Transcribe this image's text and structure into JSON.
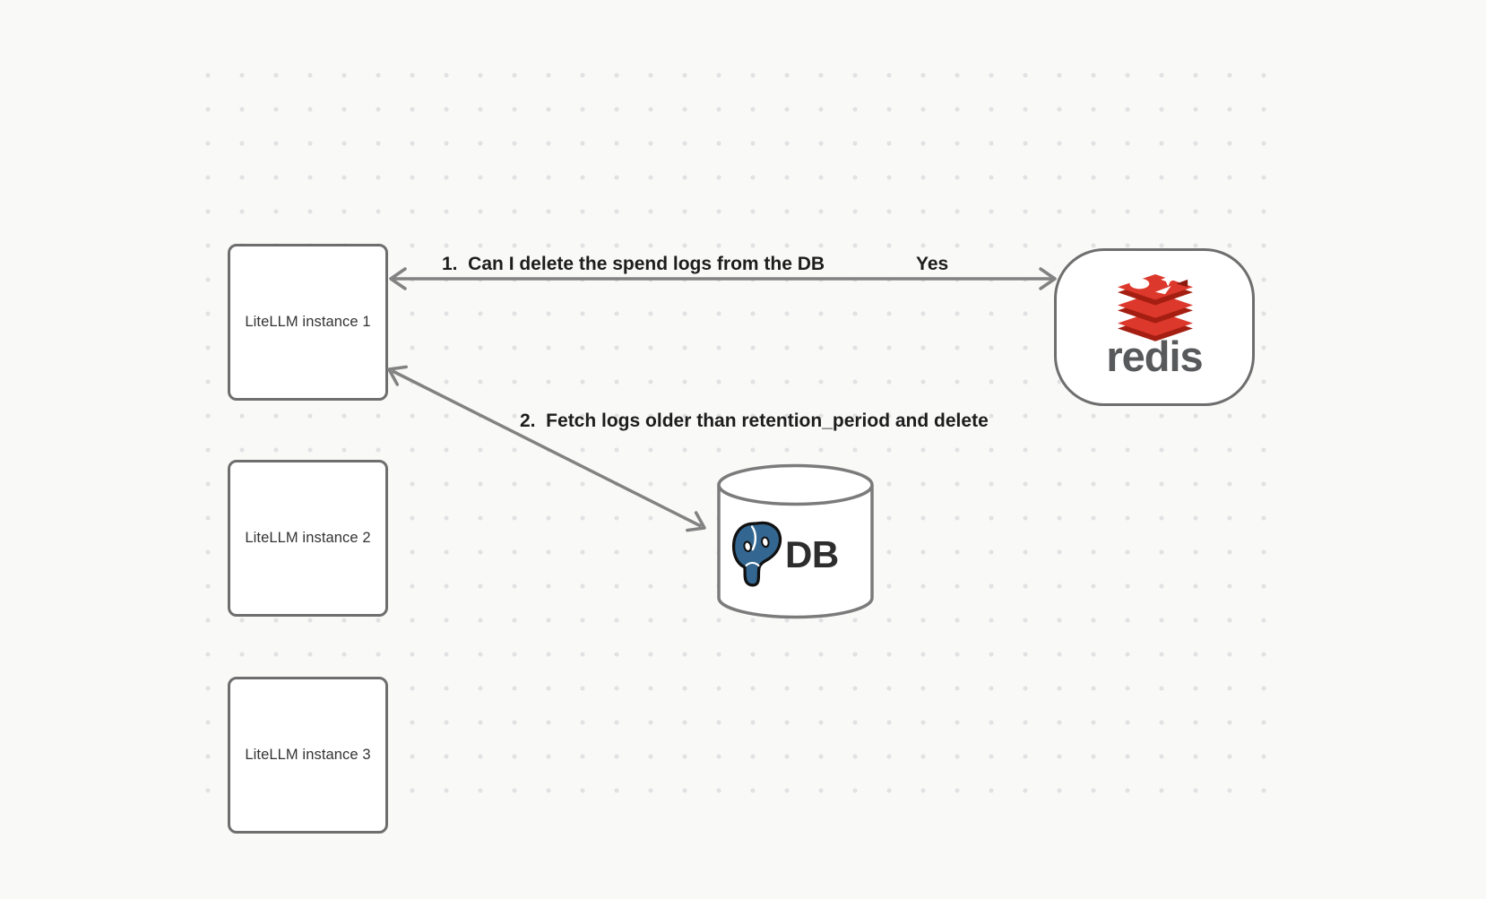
{
  "canvas": {
    "background_color": "#f9f9f8",
    "dot_color": "#e2e2e4"
  },
  "nodes": {
    "instances": [
      {
        "label": "LiteLLM instance 1"
      },
      {
        "label": "LiteLLM instance 2"
      },
      {
        "label": "LiteLLM instance 3"
      }
    ],
    "redis": {
      "wordmark": "redis",
      "icon": "redis-stack-logo",
      "logo_red": "#dc382c",
      "logo_dark_red": "#a41e11",
      "wordmark_color": "#58595b"
    },
    "db": {
      "label": "DB",
      "icon": "postgresql-elephant-logo",
      "postgres_blue": "#336791"
    }
  },
  "edges": [
    {
      "label": "1.  Can I delete the spend logs from the DB",
      "response": "Yes",
      "from": "LiteLLM instance 1",
      "to": "redis"
    },
    {
      "label": "2.  Fetch logs older than retention_period and delete",
      "from": "LiteLLM instance 1",
      "to": "DB"
    }
  ],
  "style": {
    "node_border_color": "#6e6e6e",
    "arrow_color": "#828282",
    "label_color": "#1d1d1d"
  }
}
